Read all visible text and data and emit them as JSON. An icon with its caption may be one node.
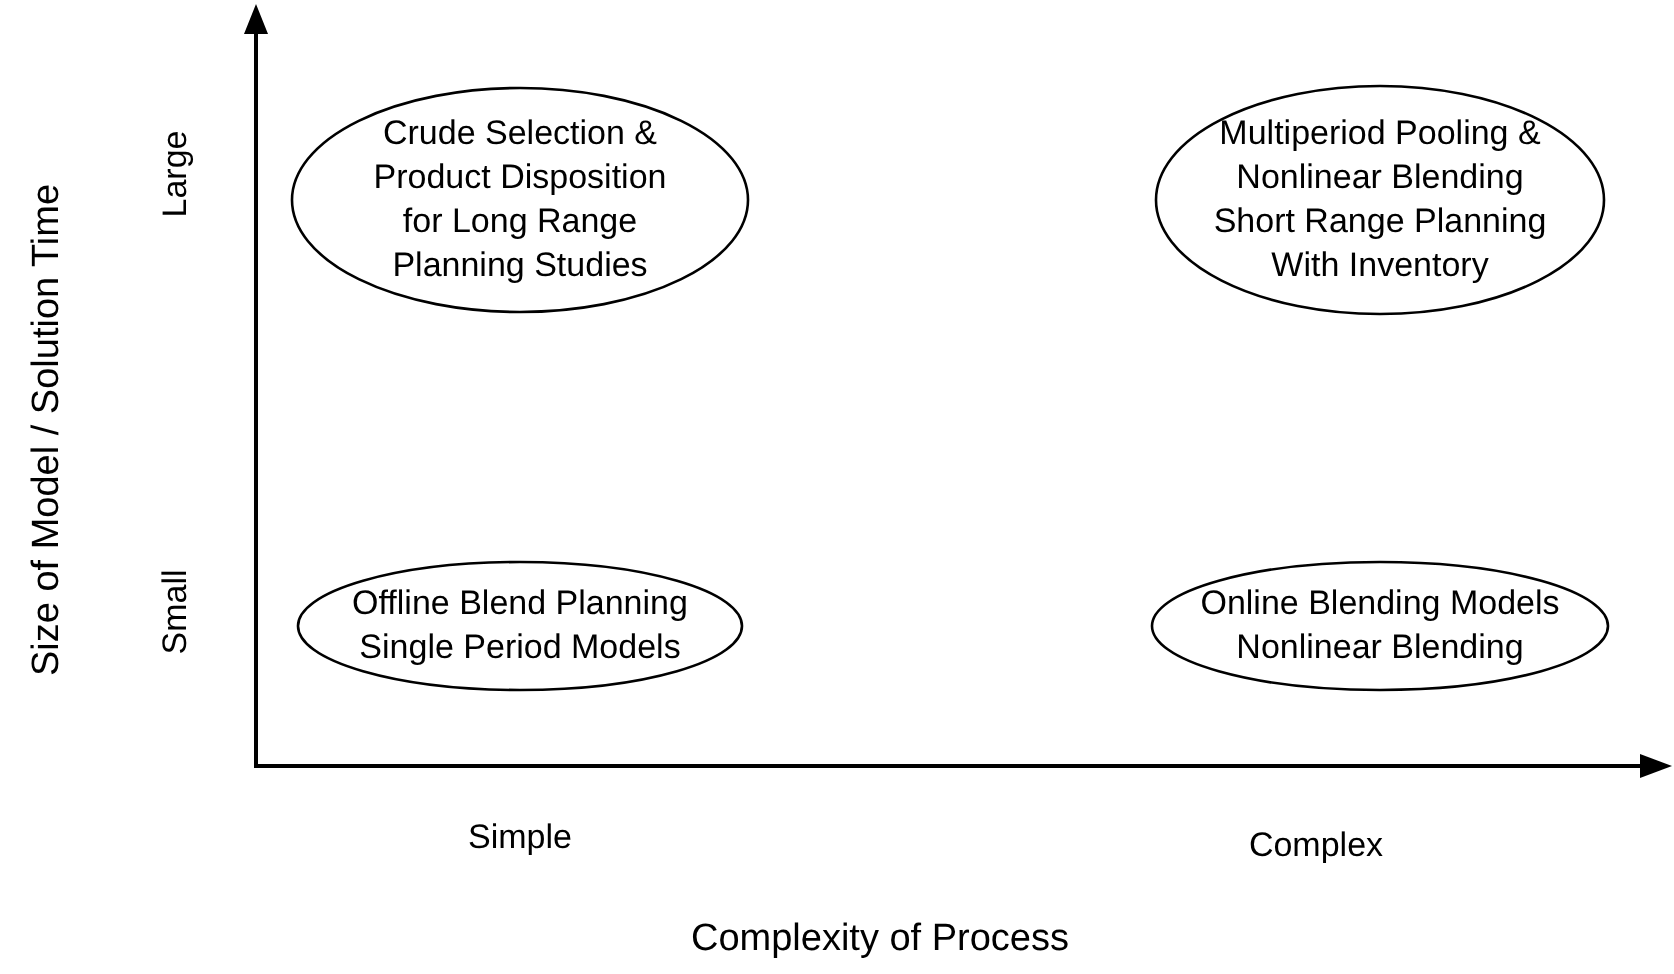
{
  "diagram": {
    "nodes": [
      {
        "text": [
          "Crude Selection & Product Disposition for Long Range Planning Studies"
        ]
      },
      {
        "text": [
          "Multiperiod Pooling & Nonlinear Blending Short Range Planning With Inventory"
        ]
      },
      {
        "text": [
          "Offline Blend Planning Single Period Models"
        ]
      },
      {
        "text": [
          "Online Blending Models Nonlinear Blending"
        ]
      }
    ],
    "labels": [
      "Size of Model / Solution Time",
      "Large",
      "Small",
      "Simple",
      "Complex",
      "Complexity of Process"
    ]
  }
}
